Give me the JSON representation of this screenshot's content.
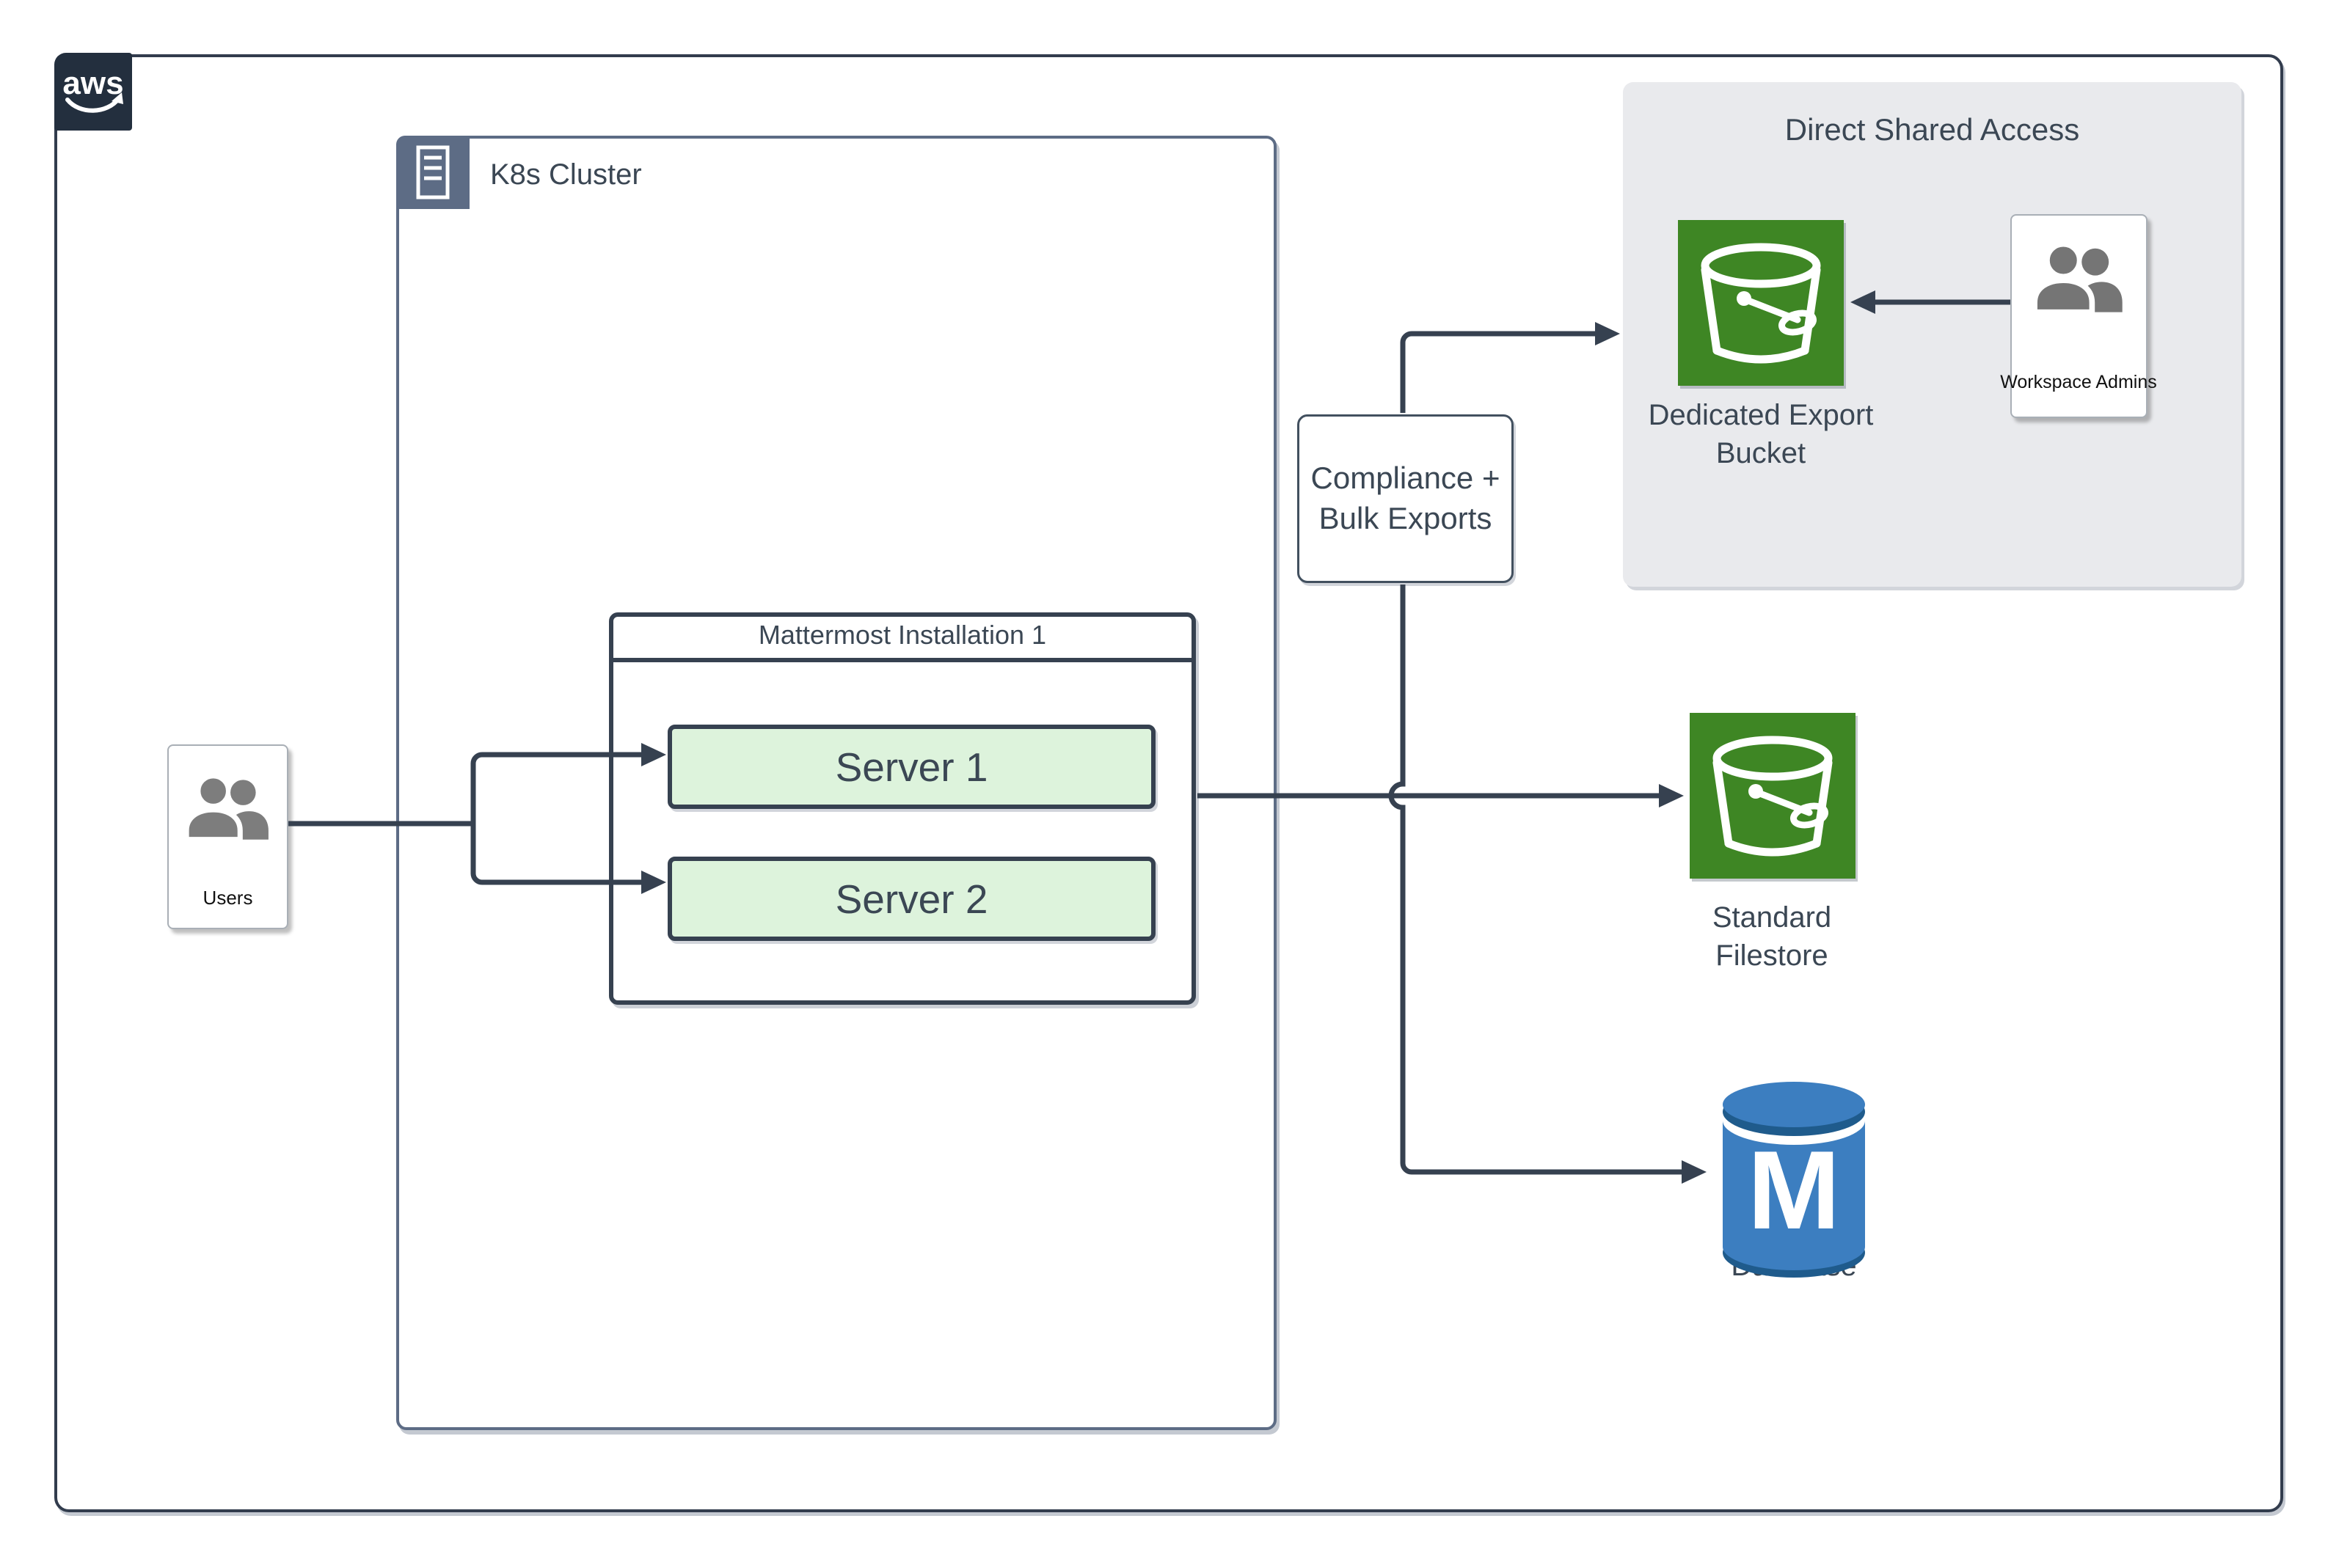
{
  "aws": {
    "wordmark": "aws"
  },
  "k8s": {
    "label": "K8s Cluster"
  },
  "mattermost": {
    "title": "Mattermost Installation 1",
    "servers": [
      {
        "label": "Server 1"
      },
      {
        "label": "Server 2"
      }
    ]
  },
  "users": {
    "label": "Users"
  },
  "compliance": {
    "label": "Compliance + Bulk Exports"
  },
  "dsa": {
    "title": "Direct Shared Access",
    "bucket": {
      "label": "Dedicated Export Bucket"
    },
    "admins": {
      "label": "Workspace Admins"
    }
  },
  "filestore": {
    "label": "Standard Filestore"
  },
  "database": {
    "label": "Database",
    "monogram": "M"
  },
  "icons": {
    "aws_logo": "aws-smile-logo",
    "k8s_badge": "server-rack-icon",
    "users": "people-icon",
    "admins": "people-icon",
    "buckets": "s3-bucket-icon",
    "database": "database-cylinder-icon"
  },
  "colors": {
    "line_dark": "#364150",
    "k8s_border": "#5D6C85",
    "server_fill": "#DDF3DC",
    "bucket_green": "#3E8624",
    "panel_gray": "#E9EAED",
    "aws_navy": "#232F3E",
    "db_blue": "#3C7EC0",
    "db_blue_dark": "#1F5B8C",
    "icon_gray": "#7D7D7D"
  }
}
